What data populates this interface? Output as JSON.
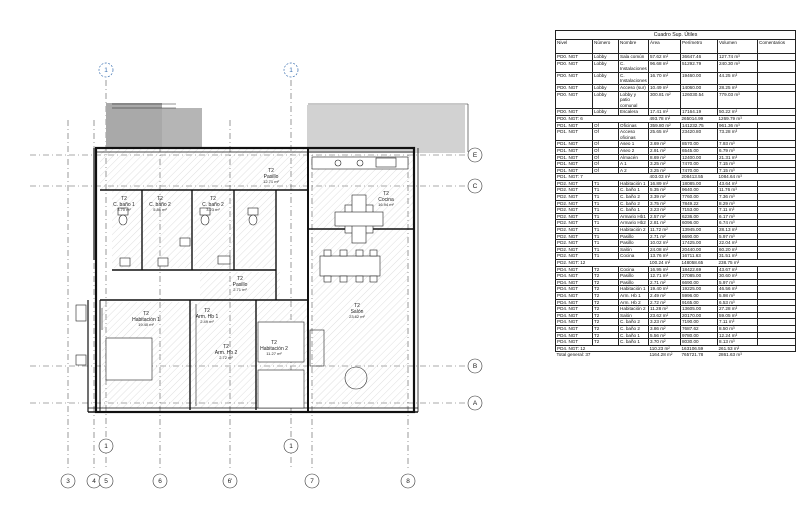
{
  "plan": {
    "grid_top": [
      "1",
      "1"
    ],
    "grid_bottom": [
      "3",
      "4",
      "5",
      "6",
      "6'",
      "7",
      "8"
    ],
    "grid_bottom_extra": [
      "1",
      "1"
    ],
    "grid_right": [
      "E",
      "C",
      "B",
      "A"
    ],
    "rooms": {
      "pasillo_top": {
        "code": "T2",
        "name": "Pasillo",
        "area": "12.71 m²"
      },
      "cocina": {
        "code": "T2",
        "name": "Cocina",
        "area": "16.94 m²"
      },
      "bano1": {
        "code": "T2",
        "name": "C. baño 1",
        "area": "3.70 m²"
      },
      "bano2a": {
        "code": "T2",
        "name": "C. baño 2",
        "area": "5.86 m²"
      },
      "bano2b": {
        "code": "T2",
        "name": "C. baño 2",
        "area": "3.23 m²"
      },
      "pasillo_mid": {
        "code": "T2",
        "name": "Pasillo",
        "area": "2.71 m²"
      },
      "hab1": {
        "code": "T2",
        "name": "Habitación 1",
        "area": "19.40 m²"
      },
      "arm1": {
        "code": "T2",
        "name": "Arm. Hb 1",
        "area": "2.49 m²"
      },
      "arm2": {
        "code": "T2",
        "name": "Arm. Hb 2",
        "area": "2.72 m²"
      },
      "hab2": {
        "code": "T2",
        "name": "Habitación 2",
        "area": "11.27 m²"
      },
      "salon": {
        "code": "T2",
        "name": "Salón",
        "area": "23.62 m²"
      }
    }
  },
  "schedule": {
    "title": "Cuadro Sup. Útiles",
    "columns": [
      "Nivel",
      "Número",
      "Nombre",
      "Área",
      "Perímetro",
      "Volumen",
      "Comentarios"
    ],
    "rows": [
      {
        "t": "d",
        "c": [
          "PD0. NGT",
          "Lobby",
          "Sala común",
          "57.62 m²",
          "36647.46",
          "127.74 m³",
          ""
        ]
      },
      {
        "t": "d",
        "c": [
          "PD0. NGT",
          "Lobby",
          "C. Instalaciones",
          "96.68 m²",
          "51292.79",
          "240.30 m³",
          ""
        ]
      },
      {
        "t": "d",
        "c": [
          "PD0. NGT",
          "Lobby",
          "C. Instalaciones",
          "16.70 m²",
          "19460.00",
          "44.25 m³",
          ""
        ]
      },
      {
        "t": "d",
        "c": [
          "PD0. NGT",
          "Lobby",
          "Acceso (sur)",
          "10.49 m²",
          "14060.00",
          "28.25 m³",
          ""
        ]
      },
      {
        "t": "d",
        "c": [
          "PD0. NGT",
          "Lobby",
          "Lobby y patio comunal",
          "300.81 m²",
          "126030.54",
          "779.03 m³",
          ""
        ]
      },
      {
        "t": "d",
        "c": [
          "PD0. NGT",
          "Lobby",
          "Escalera",
          "17.41 m²",
          "17164.19",
          "50.22 m³",
          ""
        ]
      },
      {
        "t": "s",
        "c": [
          "PD0. NGT: 6",
          "",
          "",
          "493.78 m²",
          "265014.99",
          "1269.79 m³",
          ""
        ]
      },
      {
        "t": "d",
        "c": [
          "PD1. NGT",
          "Of",
          "Oficinas",
          "359.80 m²",
          "141232.75",
          "961.36 m³",
          ""
        ]
      },
      {
        "t": "d",
        "c": [
          "PD1. NGT",
          "Of",
          "Acceso oficinas",
          "25.65 m²",
          "23420.80",
          "73.28 m³",
          ""
        ]
      },
      {
        "t": "d",
        "c": [
          "PD1. NGT",
          "Of",
          "Aseo 1",
          "3.69 m²",
          "8570.00",
          "7.93 m³",
          ""
        ]
      },
      {
        "t": "d",
        "c": [
          "PD1. NGT",
          "Of",
          "Aseo 2",
          "2.91 m²",
          "6545.00",
          "6.79 m³",
          ""
        ]
      },
      {
        "t": "d",
        "c": [
          "PD1. NGT",
          "Of",
          "Almacén",
          "8.69 m²",
          "12400.00",
          "21.31 m³",
          ""
        ]
      },
      {
        "t": "d",
        "c": [
          "PD1. NGT",
          "Of",
          "A 1",
          "3.25 m²",
          "7470.00",
          "7.15 m³",
          ""
        ]
      },
      {
        "t": "d",
        "c": [
          "PD1. NGT",
          "Of",
          "A 2",
          "3.25 m²",
          "7470.00",
          "7.15 m³",
          ""
        ]
      },
      {
        "t": "s",
        "c": [
          "PD1. NGT: 7",
          "",
          "",
          "403.03 m²",
          "208413.55",
          "1084.64 m³",
          ""
        ]
      },
      {
        "t": "d",
        "c": [
          "PD2. NGT",
          "T1",
          "Habitación 1",
          "16.89 m²",
          "18085.00",
          "43.64 m³",
          ""
        ]
      },
      {
        "t": "d",
        "c": [
          "PD2. NGT",
          "T1",
          "C. baño 1",
          "5.35 m²",
          "9640.00",
          "11.76 m³",
          ""
        ]
      },
      {
        "t": "d",
        "c": [
          "PD2. NGT",
          "T1",
          "C. baño 2",
          "3.39 m²",
          "7760.00",
          "7.36 m³",
          ""
        ]
      },
      {
        "t": "d",
        "c": [
          "PD2. NGT",
          "T1",
          "C. baño 2",
          "3.75 m²",
          "7849.22",
          "8.29 m³",
          ""
        ]
      },
      {
        "t": "d",
        "c": [
          "PD2. NGT",
          "T1",
          "C. baño 1",
          "3.23 m²",
          "7153.00",
          "7.11 m³",
          ""
        ]
      },
      {
        "t": "d",
        "c": [
          "PD2. NGT",
          "T1",
          "Armario Hb1",
          "2.57 m²",
          "6236.00",
          "6.17 m³",
          ""
        ]
      },
      {
        "t": "d",
        "c": [
          "PD2. NGT",
          "T1",
          "Armario Hb2",
          "2.81 m²",
          "6096.00",
          "6.74 m³",
          ""
        ]
      },
      {
        "t": "d",
        "c": [
          "PD2. NGT",
          "T1",
          "Habitación 2",
          "11.72 m²",
          "13945.00",
          "28.13 m³",
          ""
        ]
      },
      {
        "t": "d",
        "c": [
          "PD2. NGT",
          "T1",
          "Pasillo",
          "2.71 m²",
          "6690.00",
          "5.97 m³",
          ""
        ]
      },
      {
        "t": "d",
        "c": [
          "PD2. NGT",
          "T1",
          "Pasillo",
          "10.02 m²",
          "17425.00",
          "22.04 m³",
          ""
        ]
      },
      {
        "t": "d",
        "c": [
          "PD2. NGT",
          "T1",
          "Salón",
          "24.08 m²",
          "20440.00",
          "60.20 m³",
          ""
        ]
      },
      {
        "t": "d",
        "c": [
          "PD2. NGT",
          "T1",
          "Cocina",
          "13.76 m²",
          "16711.63",
          "31.51 m³",
          ""
        ]
      },
      {
        "t": "s",
        "c": [
          "PD2. NGT: 12",
          "",
          "",
          "100.24 m²",
          "148058.65",
          "238.75 m³",
          ""
        ]
      },
      {
        "t": "d",
        "c": [
          "PD4. NGT",
          "T2",
          "Cocina",
          "16.95 m²",
          "18422.69",
          "43.67 m³",
          ""
        ]
      },
      {
        "t": "d",
        "c": [
          "PD4. NGT",
          "T2",
          "Pasillo",
          "12.71 m²",
          "27085.00",
          "30.60 m³",
          ""
        ]
      },
      {
        "t": "d",
        "c": [
          "PD4. NGT",
          "T2",
          "Pasillo",
          "2.71 m²",
          "6690.00",
          "5.97 m³",
          ""
        ]
      },
      {
        "t": "d",
        "c": [
          "PD4. NGT",
          "T2",
          "Habitación 1",
          "19.40 m²",
          "19225.00",
          "46.56 m³",
          ""
        ]
      },
      {
        "t": "d",
        "c": [
          "PD4. NGT",
          "T2",
          "Arm. Hb 1",
          "2.49 m²",
          "5996.00",
          "5.98 m³",
          ""
        ]
      },
      {
        "t": "d",
        "c": [
          "PD4. NGT",
          "T2",
          "Arm. Hb 2",
          "2.72 m²",
          "9165.00",
          "6.53 m³",
          ""
        ]
      },
      {
        "t": "d",
        "c": [
          "PD4. NGT",
          "T2",
          "Habitación 2",
          "11.28 m²",
          "13605.00",
          "27.28 m³",
          ""
        ]
      },
      {
        "t": "d",
        "c": [
          "PD4. NGT",
          "T2",
          "Salón",
          "23.62 m²",
          "20170.00",
          "59.05 m³",
          ""
        ]
      },
      {
        "t": "d",
        "c": [
          "PD4. NGT",
          "T2",
          "C. baño 2",
          "3.23 m²",
          "7190.00",
          "7.11 m³",
          ""
        ]
      },
      {
        "t": "d",
        "c": [
          "PD4. NGT",
          "T2",
          "C. baño 2",
          "3.86 m²",
          "7687.62",
          "8.50 m³",
          ""
        ]
      },
      {
        "t": "d",
        "c": [
          "PD4. NGT",
          "T2",
          "C. baño 1",
          "5.56 m²",
          "9780.00",
          "12.24 m³",
          ""
        ]
      },
      {
        "t": "d",
        "c": [
          "PD4. NGT",
          "T2",
          "C. baño 1",
          "3.70 m²",
          "8030.00",
          "8.13 m³",
          ""
        ]
      },
      {
        "t": "s",
        "c": [
          "PD4. NGT: 12",
          "",
          "",
          "110.23 m²",
          "163106.59",
          "261.53 m³",
          ""
        ]
      },
      {
        "t": "g",
        "c": [
          "Total general: 37",
          "",
          "",
          "1164.28 m²",
          "765721.78",
          "2861.63 m³",
          ""
        ]
      }
    ]
  }
}
